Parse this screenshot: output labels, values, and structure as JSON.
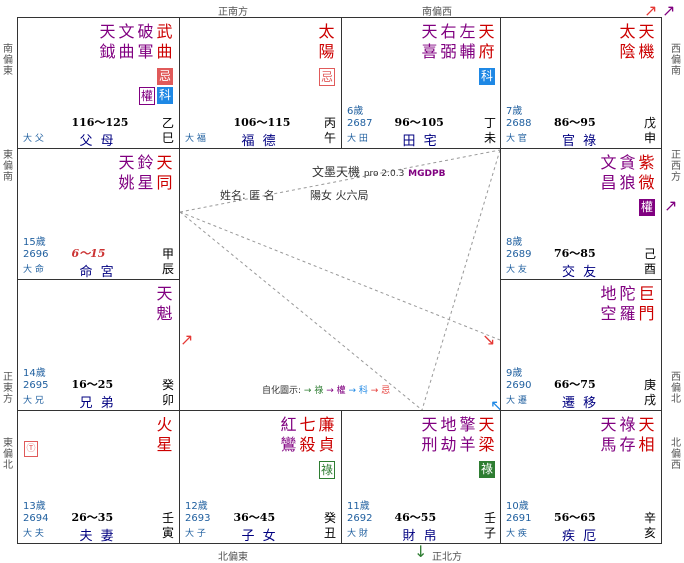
{
  "edge_labels": {
    "top_1": "正南方",
    "top_2": "南偏西",
    "bottom_1": "北偏東",
    "bottom_2": "正北方",
    "left_1": "南偏東",
    "left_2": "東偏南",
    "left_3": "正東方",
    "left_4": "東偏北",
    "right_1": "西偏南",
    "right_2": "正西方",
    "right_3": "西偏北",
    "right_4": "北偏西"
  },
  "center": {
    "title": "文墨天機",
    "version": "pro 2.0.3",
    "brand": "MGDPB",
    "name_line": "姓名: 匿 名",
    "info_line": "陽女 火六局",
    "hua_legend_label": "自化圖示:",
    "hua_legend_lu": "→ 祿",
    "hua_legend_quan": "→ 權",
    "hua_legend_ke": "→ 科",
    "hua_legend_ji": "→ 忌",
    "colors": {
      "lu": "#2e7d32",
      "quan": "#800080",
      "ke": "#1e88e5",
      "ji": "#e53935"
    }
  },
  "palaces": {
    "si": {
      "major": [
        "武",
        "曲"
      ],
      "minor": [
        "破",
        "軍",
        "文",
        "曲",
        "天",
        "鉞"
      ],
      "badges": [
        "忌",
        "權",
        "科"
      ],
      "range": "116～125",
      "name": "父 母",
      "gz": [
        "乙",
        "巳"
      ],
      "small": "大 父",
      "age": "",
      "age_year": ""
    },
    "wu": {
      "major": [
        "太",
        "陽"
      ],
      "minor": [],
      "badges": [
        "忌"
      ],
      "range": "106～115",
      "name": "福 德",
      "gz": [
        "丙",
        "午"
      ],
      "small": "大 福",
      "age": "",
      "age_year": ""
    },
    "wei": {
      "major": [
        "天",
        "府"
      ],
      "minor": [
        "左",
        "輔",
        "右",
        "弼",
        "天",
        "喜"
      ],
      "badges": [
        "科"
      ],
      "range": "96～105",
      "name": "田 宅",
      "gz": [
        "丁",
        "未"
      ],
      "small": "大 田",
      "age": "6歲",
      "age_year": "2687"
    },
    "shen": {
      "major": [
        "天",
        "機",
        "太",
        "陰"
      ],
      "minor": [],
      "badges": [],
      "range": "86～95",
      "name": "官 祿",
      "gz": [
        "戊",
        "申"
      ],
      "small": "大 官",
      "age": "7歲",
      "age_year": "2688"
    },
    "chen": {
      "major": [
        "天",
        "同"
      ],
      "minor": [
        "鈴",
        "星",
        "天",
        "姚"
      ],
      "badges": [],
      "range": "6～15",
      "name": "命 宮",
      "gz": [
        "甲",
        "辰"
      ],
      "small": "大 命",
      "age": "15歲",
      "age_year": "2696"
    },
    "you": {
      "major": [
        "紫",
        "微"
      ],
      "minor": [
        "貪",
        "狼",
        "文",
        "昌"
      ],
      "badges": [
        "權"
      ],
      "range": "76～85",
      "name": "交 友",
      "gz": [
        "己",
        "酉"
      ],
      "small": "大 友",
      "age": "8歲",
      "age_year": "2689"
    },
    "mao": {
      "major": [],
      "minor": [
        "天",
        "魁"
      ],
      "badges": [],
      "range": "16～25",
      "name": "兄 弟",
      "gz": [
        "癸",
        "卯"
      ],
      "small": "大 兄",
      "age": "14歲",
      "age_year": "2695"
    },
    "xu": {
      "major": [
        "巨",
        "門"
      ],
      "minor": [
        "陀",
        "羅",
        "地",
        "空"
      ],
      "badges": [],
      "range": "66～75",
      "name": "遷 移",
      "gz": [
        "庚",
        "戌"
      ],
      "small": "大 遷",
      "age": "9歲",
      "age_year": "2690"
    },
    "yin": {
      "major": [
        "火",
        "星"
      ],
      "minor": [],
      "badges": [
        "Ⓣ"
      ],
      "range": "26～35",
      "name": "夫 妻",
      "gz": [
        "壬",
        "寅"
      ],
      "small": "大 夫",
      "age": "13歲",
      "age_year": "2694"
    },
    "chou": {
      "major": [
        "廉",
        "貞",
        "七",
        "殺"
      ],
      "minor": [
        "紅",
        "鸞"
      ],
      "badges": [
        "祿"
      ],
      "range": "36～45",
      "name": "子 女",
      "gz": [
        "癸",
        "丑"
      ],
      "small": "大 子",
      "age": "12歲",
      "age_year": "2693"
    },
    "zi": {
      "major": [
        "天",
        "梁"
      ],
      "minor": [
        "擎",
        "羊",
        "地",
        "劫",
        "天",
        "刑"
      ],
      "badges": [
        "祿"
      ],
      "range": "46～55",
      "name": "財 帛",
      "gz": [
        "壬",
        "子"
      ],
      "small": "大 財",
      "age": "11歲",
      "age_year": "2692"
    },
    "hai": {
      "major": [
        "天",
        "相"
      ],
      "minor": [
        "祿",
        "存",
        "天",
        "馬"
      ],
      "badges": [],
      "range": "56～65",
      "name": "疾 厄",
      "gz": [
        "辛",
        "亥"
      ],
      "small": "大 疾",
      "age": "10歲",
      "age_year": "2691"
    }
  }
}
